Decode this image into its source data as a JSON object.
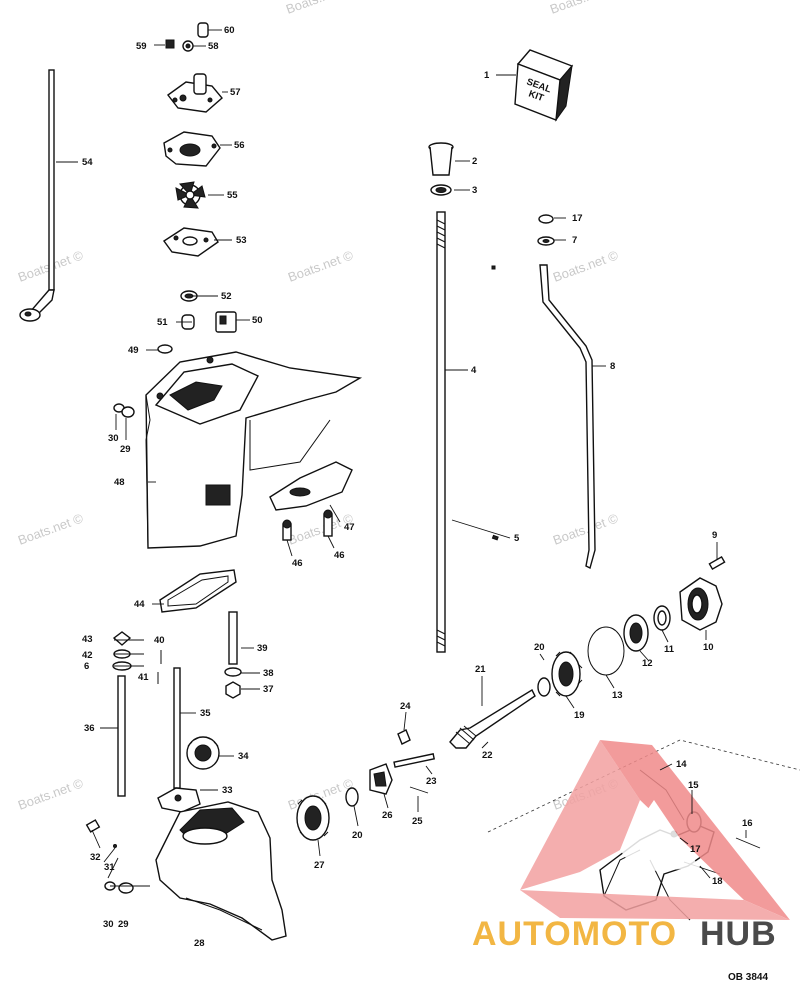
{
  "diagram": {
    "seal_kit_text": [
      "SEAL",
      "KIT"
    ],
    "drawing_code": "OB 3844",
    "watermark": "Boats.net ©",
    "brand": {
      "left": "AUTOMOTO",
      "right": "HUB",
      "colors": {
        "accent": "#f08a8a",
        "gold": "#f2b643",
        "dark": "#4a4a4a"
      }
    },
    "callouts": [
      {
        "id": "c1",
        "text": "1"
      },
      {
        "id": "c2",
        "text": "2"
      },
      {
        "id": "c3",
        "text": "3"
      },
      {
        "id": "c4",
        "text": "4"
      },
      {
        "id": "c5",
        "text": "5"
      },
      {
        "id": "c6",
        "text": "6"
      },
      {
        "id": "c7",
        "text": "7"
      },
      {
        "id": "c8",
        "text": "8"
      },
      {
        "id": "c9",
        "text": "9"
      },
      {
        "id": "c10",
        "text": "10"
      },
      {
        "id": "c11",
        "text": "11"
      },
      {
        "id": "c12",
        "text": "12"
      },
      {
        "id": "c13",
        "text": "13"
      },
      {
        "id": "c14",
        "text": "14"
      },
      {
        "id": "c15",
        "text": "15"
      },
      {
        "id": "c16",
        "text": "16"
      },
      {
        "id": "c17a",
        "text": "17"
      },
      {
        "id": "c17b",
        "text": "17"
      },
      {
        "id": "c18",
        "text": "18"
      },
      {
        "id": "c19",
        "text": "19"
      },
      {
        "id": "c20a",
        "text": "20"
      },
      {
        "id": "c20b",
        "text": "20"
      },
      {
        "id": "c21",
        "text": "21"
      },
      {
        "id": "c22",
        "text": "22"
      },
      {
        "id": "c23",
        "text": "23"
      },
      {
        "id": "c24",
        "text": "24"
      },
      {
        "id": "c25",
        "text": "25"
      },
      {
        "id": "c26",
        "text": "26"
      },
      {
        "id": "c27",
        "text": "27"
      },
      {
        "id": "c28",
        "text": "28"
      },
      {
        "id": "c29a",
        "text": "29"
      },
      {
        "id": "c29b",
        "text": "29"
      },
      {
        "id": "c30a",
        "text": "30"
      },
      {
        "id": "c30b",
        "text": "30"
      },
      {
        "id": "c31",
        "text": "31"
      },
      {
        "id": "c32",
        "text": "32"
      },
      {
        "id": "c33",
        "text": "33"
      },
      {
        "id": "c34",
        "text": "34"
      },
      {
        "id": "c35",
        "text": "35"
      },
      {
        "id": "c36",
        "text": "36"
      },
      {
        "id": "c37",
        "text": "37"
      },
      {
        "id": "c38",
        "text": "38"
      },
      {
        "id": "c39",
        "text": "39"
      },
      {
        "id": "c40",
        "text": "40"
      },
      {
        "id": "c41",
        "text": "41"
      },
      {
        "id": "c42",
        "text": "42"
      },
      {
        "id": "c43",
        "text": "43"
      },
      {
        "id": "c44",
        "text": "44"
      },
      {
        "id": "c46a",
        "text": "46"
      },
      {
        "id": "c46b",
        "text": "46"
      },
      {
        "id": "c47",
        "text": "47"
      },
      {
        "id": "c48",
        "text": "48"
      },
      {
        "id": "c49",
        "text": "49"
      },
      {
        "id": "c50",
        "text": "50"
      },
      {
        "id": "c51",
        "text": "51"
      },
      {
        "id": "c52",
        "text": "52"
      },
      {
        "id": "c53",
        "text": "53"
      },
      {
        "id": "c54",
        "text": "54"
      },
      {
        "id": "c55",
        "text": "55"
      },
      {
        "id": "c56",
        "text": "56"
      },
      {
        "id": "c57",
        "text": "57"
      },
      {
        "id": "c58",
        "text": "58"
      },
      {
        "id": "c59",
        "text": "59"
      },
      {
        "id": "c60",
        "text": "60"
      }
    ]
  }
}
